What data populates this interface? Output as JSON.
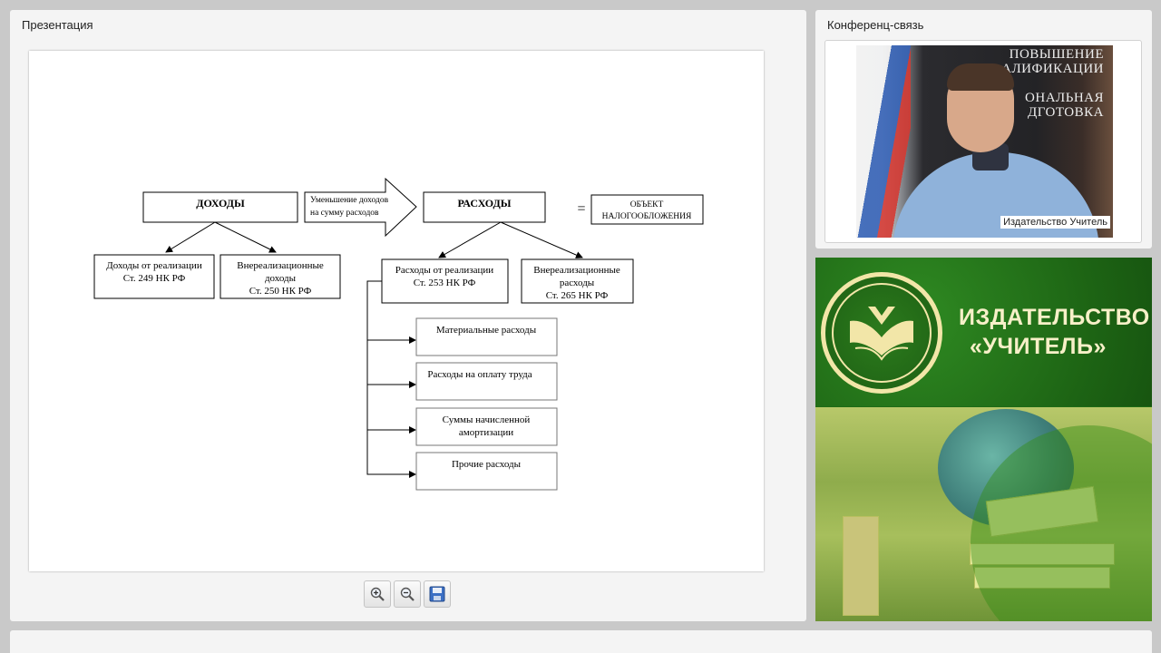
{
  "presentation": {
    "title": "Презентация",
    "diagram": {
      "income": "ДОХОДЫ",
      "arrow_line1": "Уменьшение доходов",
      "arrow_line2": "на сумму расходов",
      "expenses": "РАСХОДЫ",
      "equals": "=",
      "object_line1": "ОБЪЕКТ",
      "object_line2": "НАЛОГООБЛОЖЕНИЯ",
      "income_sales_line1": "Доходы от реализации",
      "income_sales_line2": "Ст. 249 НК РФ",
      "income_non_line1": "Внереализационные",
      "income_non_line2": "доходы",
      "income_non_line3": "Ст. 250 НК РФ",
      "exp_sales_line1": "Расходы от реализации",
      "exp_sales_line2": "Ст. 253 НК РФ",
      "exp_non_line1": "Внереализационные",
      "exp_non_line2": "расходы",
      "exp_non_line3": "Ст. 265 НК РФ",
      "sub_material": "Материальные расходы",
      "sub_labor": "Расходы на оплату труда",
      "sub_amort_line1": "Суммы начисленной",
      "sub_amort_line2": "амортизации",
      "sub_other": "Прочие расходы"
    },
    "toolbar": {
      "zoom_in_icon": "zoom-in-icon",
      "zoom_out_icon": "zoom-out-icon",
      "save_icon": "save-icon"
    }
  },
  "conference": {
    "title": "Конференц-связь",
    "video_label": "Издательство Учитель",
    "banner_lines": [
      "ПОВЫШЕНИЕ",
      "АЛИФИКАЦИИ",
      "ОНАЛЬНАЯ",
      "ДГОТОВКА"
    ]
  },
  "ad": {
    "line1": "ИЗДАТЕЛЬСТВО",
    "line2": "«УЧИТЕЛЬ»",
    "brand_color": "#1d6414"
  }
}
